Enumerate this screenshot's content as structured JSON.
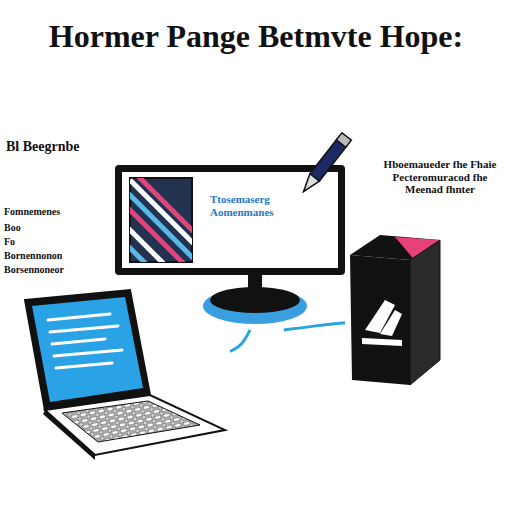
{
  "diagram": {
    "title": "Hormer Pange Betmvte Hope:",
    "nodes": [
      {
        "text": [
          "Bl Beegrnbe"
        ]
      },
      {
        "text": [
          "Ttosemaserg Aomenmanes"
        ]
      },
      {
        "text": [
          "Hboemaueder fhe Fhaie Pecteromuracod fhe Meenad fhnter"
        ]
      }
    ],
    "edges": [
      {
        "from": 0,
        "to": 1,
        "arrow": "none"
      },
      {
        "from": 1,
        "to": 2,
        "arrow": "none"
      }
    ],
    "labels": [
      "Fomnemenes",
      "Boo",
      "Fo",
      "Bornennonon",
      "Borsennoneor"
    ]
  }
}
